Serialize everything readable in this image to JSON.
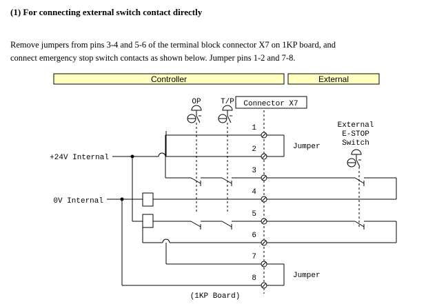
{
  "heading": "(1) For connecting external switch contact directly",
  "paragraph": {
    "line1": "Remove jumpers from pins 3-4 and 5-6 of the terminal block connector X7 on 1KP board, and",
    "line2": "connect emergency stop switch contacts as shown below.   Jumper pins 1-2 and 7-8."
  },
  "diagram": {
    "controller_label": "Controller",
    "external_label": "External",
    "op_label": "OP",
    "tp_label": "T/P",
    "connector_label": "Connector X7",
    "pin_labels": [
      "1",
      "2",
      "3",
      "4",
      "5",
      "6",
      "7",
      "8"
    ],
    "jumper_top_label": "Jumper",
    "jumper_bottom_label": "Jumper",
    "external_estop_line1": "External",
    "external_estop_line2": "E-STOP",
    "external_estop_line3": "Switch",
    "plus24v_label": "+24V  Internal",
    "zerov_label": "0V  Internal",
    "board_label": "(1KP Board)",
    "header_fill": "#ffffc0"
  }
}
